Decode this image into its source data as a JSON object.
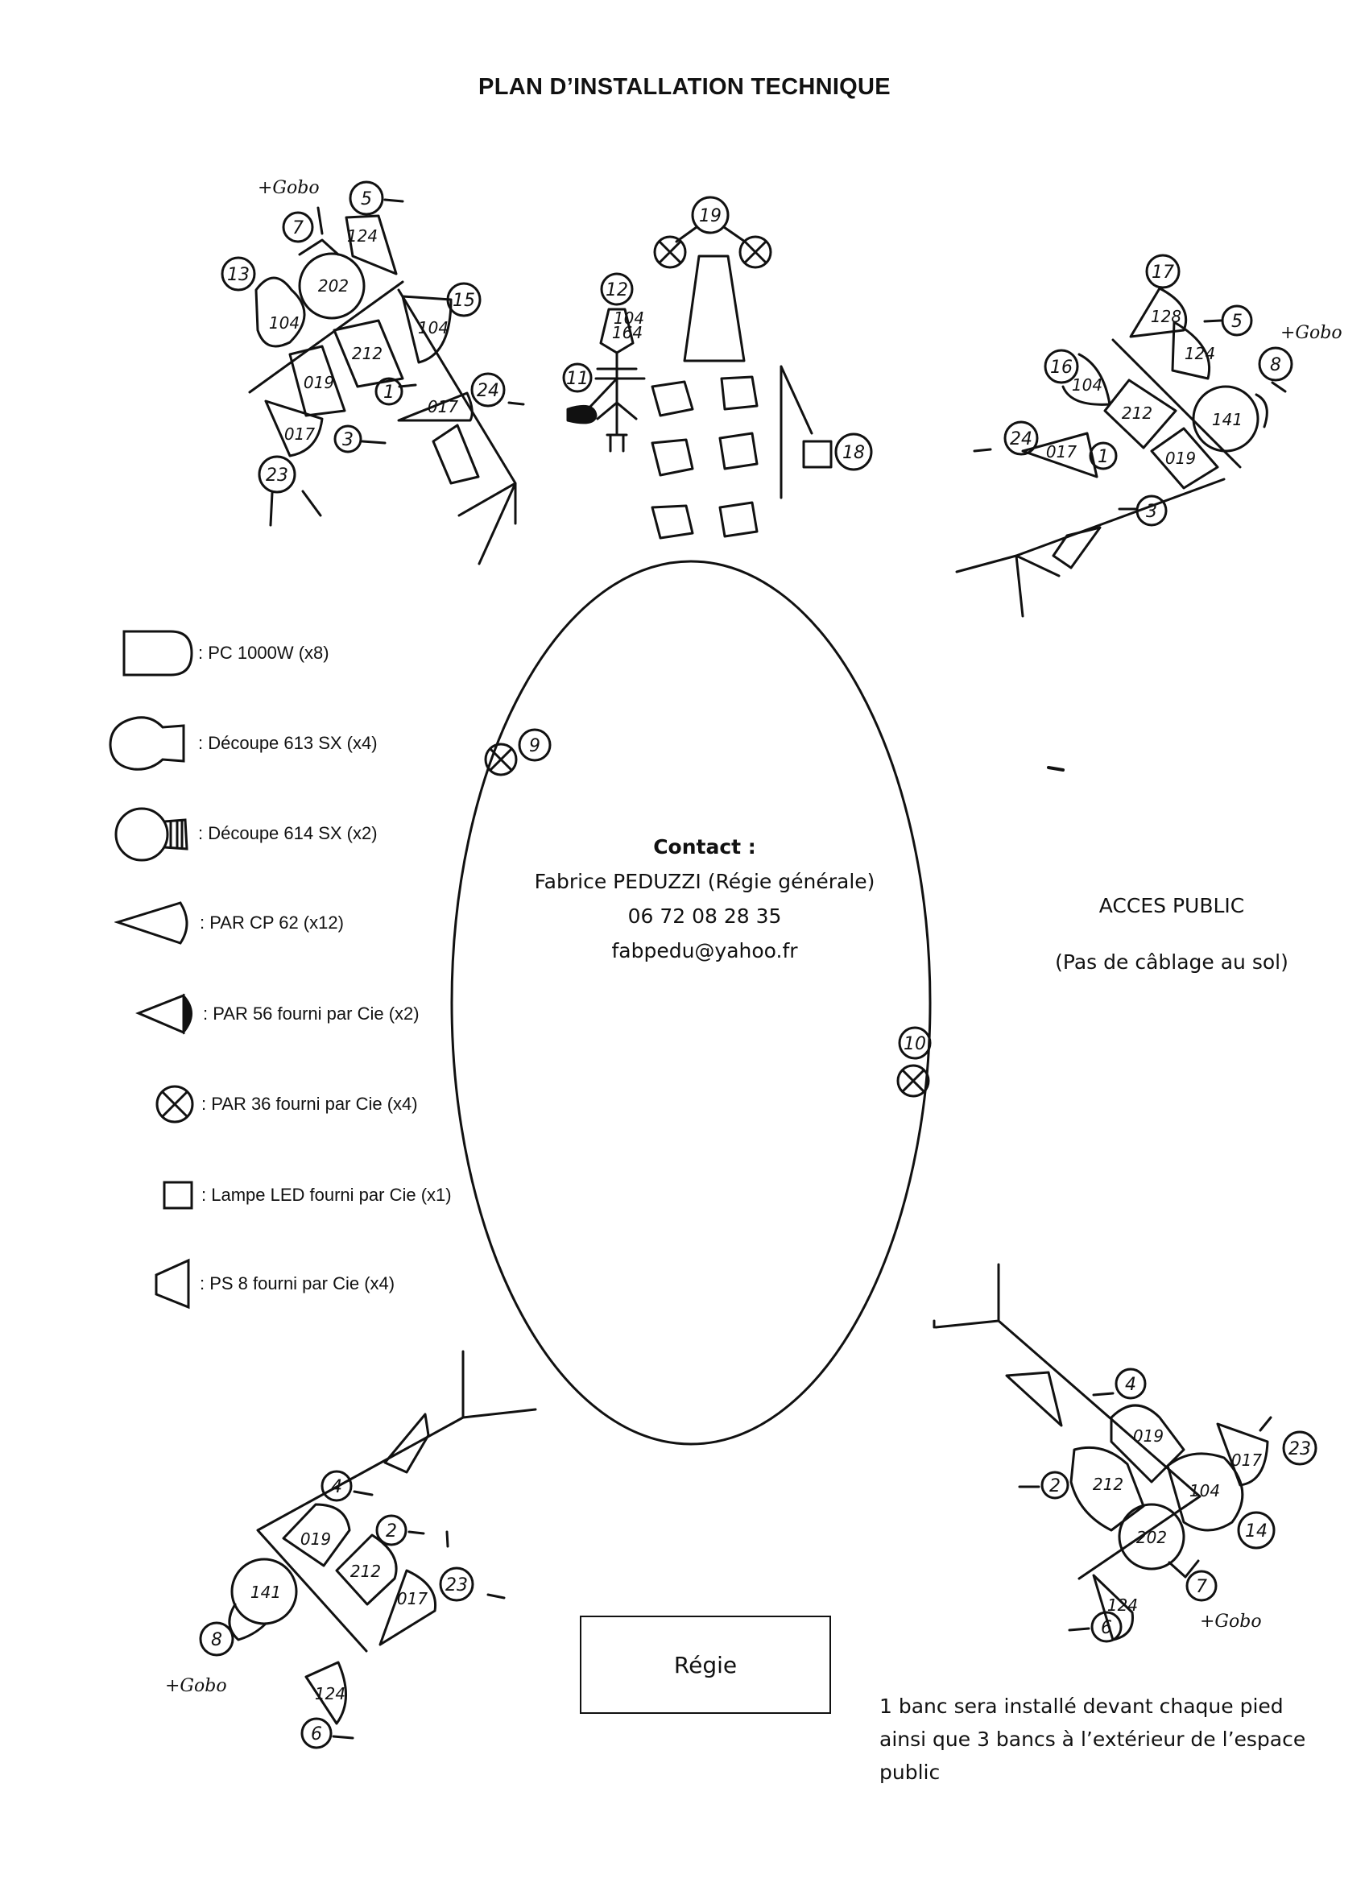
{
  "title": "PLAN D’INSTALLATION TECHNIQUE",
  "legend": [
    {
      "icon": "pc-1000w-icon",
      "label": ": PC 1000W (x8)"
    },
    {
      "icon": "decoupe-613-icon",
      "label": ": Découpe 613 SX (x4)"
    },
    {
      "icon": "decoupe-614-icon",
      "label": ": Découpe 614 SX (x2)"
    },
    {
      "icon": "par-cp62-icon",
      "label": ": PAR CP 62 (x12)"
    },
    {
      "icon": "par-56-icon",
      "label": ": PAR 56 fourni par Cie (x2)"
    },
    {
      "icon": "par-36-icon",
      "label": ": PAR 36 fourni par Cie (x4)"
    },
    {
      "icon": "lampe-led-icon",
      "label": ": Lampe LED fourni par Cie (x1)"
    },
    {
      "icon": "ps8-icon",
      "label": ": PS 8 fourni par Cie (x4)"
    }
  ],
  "contact": {
    "title": "Contact :",
    "name": "Fabrice PEDUZZI (Régie générale)",
    "phone": "06 72 08 28 35",
    "email": "fabpedu@yahoo.fr"
  },
  "public_access": {
    "title": "ACCES PUBLIC",
    "note": "(Pas de câblage au sol)"
  },
  "regie": "Régie",
  "benches_note": "1 banc sera installé devant chaque pied ainsi que 3 bancs à l’extérieur de l’espace public",
  "gobo_label": "+Gobo",
  "stage": {
    "center_numbers": [
      "19",
      "12",
      "11",
      "18"
    ],
    "center_gels": [
      "104",
      "164"
    ],
    "side_numbers": [
      "9",
      "10"
    ]
  },
  "tree_top_left": {
    "numbers": [
      "5",
      "7",
      "13",
      "15",
      "1",
      "24",
      "3",
      "23"
    ],
    "gels": [
      "124",
      "202",
      "104",
      "212",
      "104",
      "019",
      "017",
      "017"
    ]
  },
  "tree_top_right": {
    "numbers": [
      "17",
      "5",
      "8",
      "16",
      "24",
      "1",
      "3"
    ],
    "gels": [
      "128",
      "124",
      "141",
      "104",
      "212",
      "017",
      "019"
    ]
  },
  "tree_bottom_left": {
    "numbers": [
      "4",
      "2",
      "23",
      "8",
      "6"
    ],
    "gels": [
      "019",
      "212",
      "017",
      "141",
      "124"
    ]
  },
  "tree_bottom_right": {
    "numbers": [
      "4",
      "2",
      "23",
      "14",
      "7",
      "6"
    ],
    "gels": [
      "019",
      "212",
      "104",
      "017",
      "202",
      "124"
    ]
  }
}
